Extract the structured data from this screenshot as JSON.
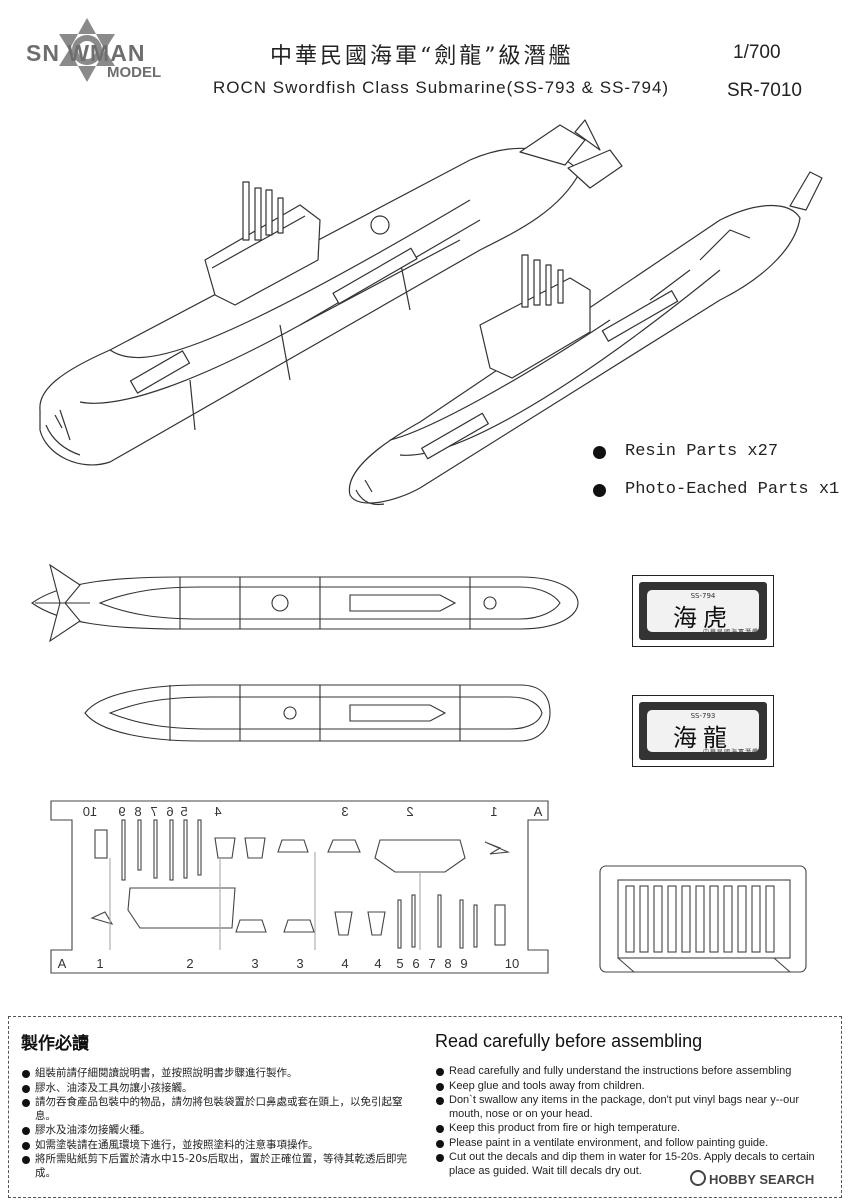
{
  "logo": {
    "word1": "SN  WMAN",
    "word2": "MODEL"
  },
  "header": {
    "title_cn": "中華民國海軍“劍龍”級潛艦",
    "title_en": "ROCN Swordfish Class Submarine(SS-793 & SS-794)",
    "scale": "1/700",
    "code": "SR-7010"
  },
  "legend": [
    {
      "label": "Resin Parts x27"
    },
    {
      "label": "Photo-Eached Parts x1"
    }
  ],
  "decals": [
    {
      "code": "SS-794",
      "name": "海虎",
      "sub": "中華民國海軍潛艦"
    },
    {
      "code": "SS-793",
      "name": "海龍",
      "sub": "中華民國海軍潛艦"
    }
  ],
  "sprue": {
    "top_labels": [
      "10",
      "9",
      "8",
      "7",
      "6",
      "5",
      "4",
      "3",
      "2",
      "1",
      "A"
    ],
    "bottom_labels": [
      "A",
      "1",
      "2",
      "3",
      "3",
      "4",
      "4",
      "5",
      "6",
      "7",
      "8",
      "9",
      "10"
    ]
  },
  "notes": {
    "heading_cn": "製作必讀",
    "heading_en": "Read carefully before assembling",
    "items_cn": [
      "組裝前請仔細閱讀說明書，並按照說明書步驟進行製作。",
      "膠水、油漆及工具勿讓小孩接觸。",
      "請勿吞食產品包裝中的物品，請勿將包裝袋置於口鼻處或套在頭上，以免引起窒息。",
      "膠水及油漆勿接觸火種。",
      "如需塗裝請在通風環境下進行，並按照塗料的注意事項操作。",
      "將所需貼紙剪下后置於清水中15-20s后取出，置於正確位置，等待其乾透后即完成。"
    ],
    "items_en": [
      "Read carefully and fully understand the instructions before assembling",
      "Keep glue and tools away from children.",
      "Don`t swallow any items in the package, don't put vinyl bags near y--our mouth, nose or on your head.",
      "Keep this product from fire or high temperature.",
      "Please paint in a ventilate environment, and follow painting guide.",
      "Cut out the decals and dip them in water for 15-20s. Apply decals to certain place as guided. Wait till decals dry out."
    ]
  },
  "watermark": "HOBBY SEARCH"
}
